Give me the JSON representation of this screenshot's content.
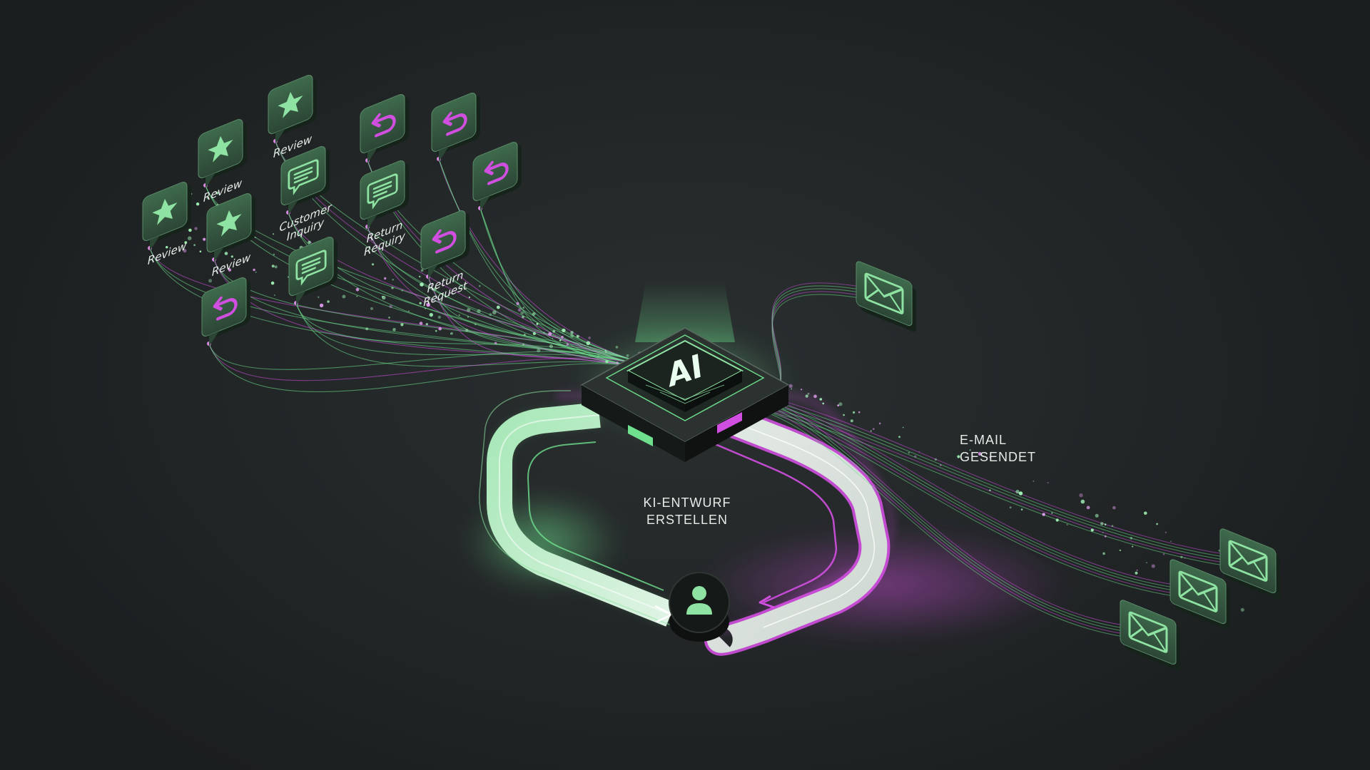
{
  "colors": {
    "background": "#222627",
    "accent_green": "#6fe08e",
    "accent_magenta": "#d14fe0",
    "card": "#2f4a38",
    "card_light": "#3f6a4c"
  },
  "hub": {
    "label": "AI"
  },
  "inputs": [
    {
      "type": "review",
      "icon": "star-icon",
      "label": "Review"
    },
    {
      "type": "review",
      "icon": "star-icon",
      "label": "Review"
    },
    {
      "type": "review",
      "icon": "star-icon",
      "label": "Review"
    },
    {
      "type": "review",
      "icon": "star-icon",
      "label": "Review"
    },
    {
      "type": "inquiry",
      "icon": "chat-icon",
      "label": "Customer Inquiry"
    },
    {
      "type": "inquiry",
      "icon": "chat-icon",
      "label": ""
    },
    {
      "type": "inquiry",
      "icon": "chat-icon",
      "label": "Return Requiry"
    },
    {
      "type": "return",
      "icon": "return-arrow-icon",
      "label": ""
    },
    {
      "type": "return",
      "icon": "return-arrow-icon",
      "label": ""
    },
    {
      "type": "return",
      "icon": "return-arrow-icon",
      "label": ""
    },
    {
      "type": "return",
      "icon": "return-arrow-icon",
      "label": "Return Request"
    },
    {
      "type": "return",
      "icon": "return-arrow-icon",
      "label": ""
    }
  ],
  "steps": {
    "draft": {
      "line1": "KI-ENTWURF",
      "line2": "ERSTELLEN"
    },
    "sent": {
      "line1": "E-MAIL",
      "line2": "GESENDET"
    }
  },
  "review_node": {
    "icon": "user-icon"
  },
  "outputs": [
    {
      "icon": "envelope-icon"
    },
    {
      "icon": "envelope-icon"
    },
    {
      "icon": "envelope-icon"
    },
    {
      "icon": "envelope-icon"
    }
  ]
}
